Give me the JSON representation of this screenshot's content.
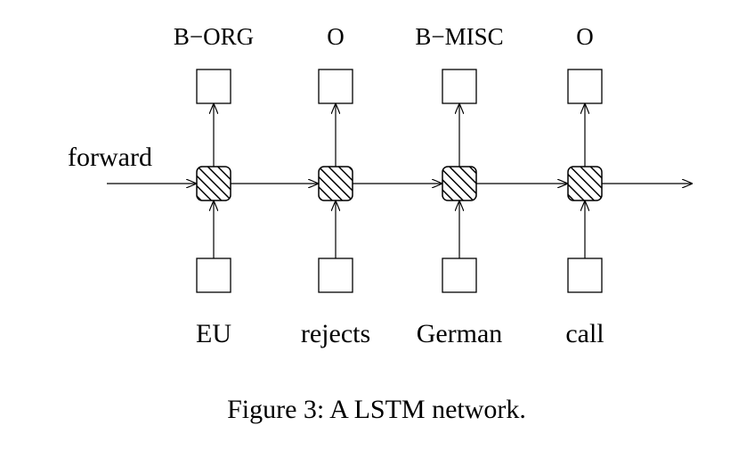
{
  "direction_label": "forward",
  "caption": "Figure 3: A LSTM network.",
  "steps": [
    {
      "input": "EU",
      "output": "B−ORG"
    },
    {
      "input": "rejects",
      "output": "O"
    },
    {
      "input": "German",
      "output": "B−MISC"
    },
    {
      "input": "call",
      "output": "O"
    }
  ]
}
